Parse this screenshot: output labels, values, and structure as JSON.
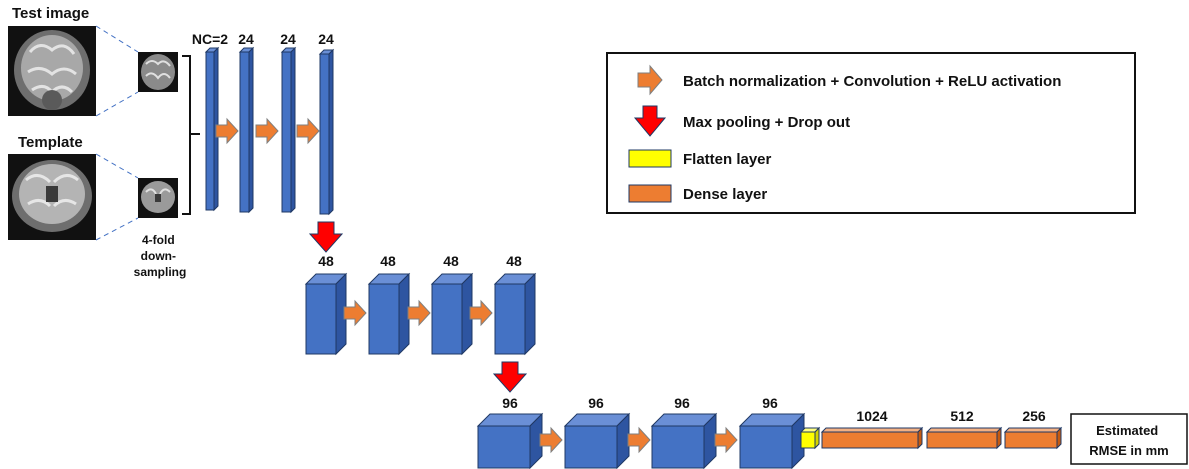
{
  "inputs": {
    "test_image_label": "Test image",
    "template_label": "Template",
    "downsampling_label": [
      "4-fold",
      "down-",
      "sampling"
    ]
  },
  "stages": [
    {
      "labels": [
        "NC=2",
        "24",
        "24",
        "24"
      ]
    },
    {
      "labels": [
        "48",
        "48",
        "48",
        "48"
      ]
    },
    {
      "labels": [
        "96",
        "96",
        "96",
        "96"
      ]
    }
  ],
  "dense_layers": [
    "1024",
    "512",
    "256"
  ],
  "output_label": [
    "Estimated",
    "RMSE in mm"
  ],
  "legend": {
    "conv": "Batch normalization + Convolution + ReLU activation",
    "pool": "Max pooling + Drop out",
    "flatten": "Flatten layer",
    "dense": "Dense layer"
  },
  "colors": {
    "block_front": "#4472c4",
    "block_side": "#2e55a1",
    "block_top": "#6a8fd6",
    "block_edge": "#1f3864",
    "conv_arrow": "#ed7d31",
    "pool_arrow": "#ff0000",
    "flatten": "#ffff00",
    "dense": "#ed7d31"
  }
}
